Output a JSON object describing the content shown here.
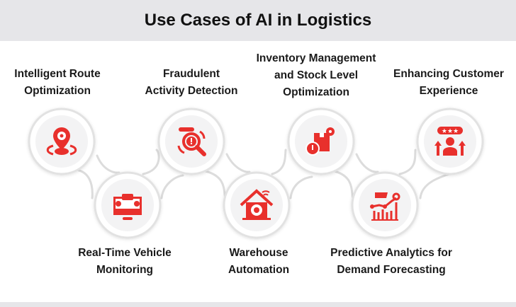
{
  "title": "Use Cases of AI in Logistics",
  "accent": "#e8302c",
  "items": [
    {
      "line1": "Intelligent Route",
      "line2": "Optimization",
      "icon": "location-gear-icon"
    },
    {
      "line1": "Real-Time Vehicle",
      "line2": "Monitoring",
      "icon": "monitor-vehicle-icon"
    },
    {
      "line1": "Fraudulent",
      "line2": "Activity Detection",
      "icon": "fraud-search-icon"
    },
    {
      "line1": "Warehouse",
      "line2": "Automation",
      "icon": "smart-warehouse-icon"
    },
    {
      "line1": "Inventory Management",
      "line2": "and Stock Level",
      "line3": "Optimization",
      "icon": "inventory-box-gear-icon"
    },
    {
      "line1": "Predictive Analytics for",
      "line2": "Demand Forecasting",
      "icon": "analytics-chart-icon"
    },
    {
      "line1": "Enhancing Customer",
      "line2": "Experience",
      "icon": "customer-rating-icon"
    }
  ]
}
